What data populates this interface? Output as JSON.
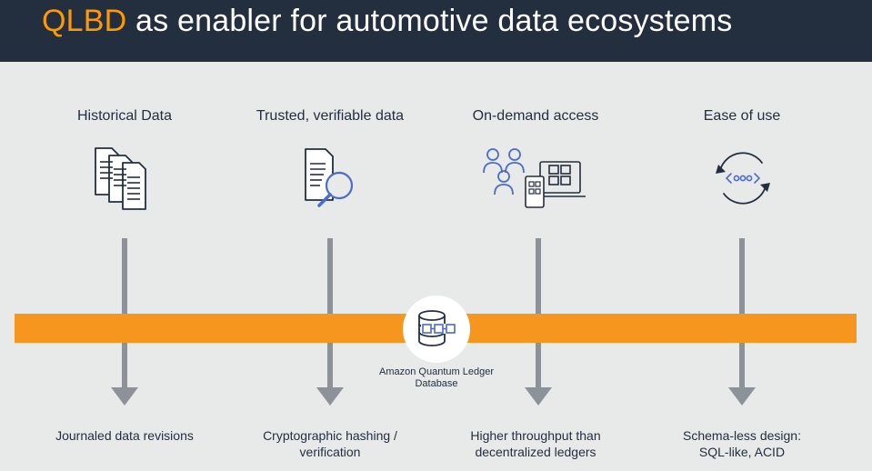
{
  "header": {
    "title_accent": "QLBD",
    "title_rest": " as enabler for automotive data ecosystems"
  },
  "columns": [
    {
      "title": "Historical Data",
      "icon": "documents-stack-icon",
      "bottom": "Journaled data revisions"
    },
    {
      "title": "Trusted, verifiable data",
      "icon": "document-magnifier-icon",
      "bottom": "Cryptographic hashing / verification"
    },
    {
      "title": "On-demand access",
      "icon": "users-devices-icon",
      "bottom": "Higher throughput than decentralized ledgers"
    },
    {
      "title": "Ease of use",
      "icon": "code-cycle-icon",
      "bottom": "Schema-less design: SQL-like, ACID"
    }
  ],
  "center": {
    "icon": "ledger-database-icon",
    "label": "Amazon Quantum Ledger Database"
  },
  "colors": {
    "header_bg": "#232f3e",
    "accent": "#ff9900",
    "band": "#f7961f",
    "icon_blue": "#4d6bc9",
    "arrow": "#8d9299"
  }
}
